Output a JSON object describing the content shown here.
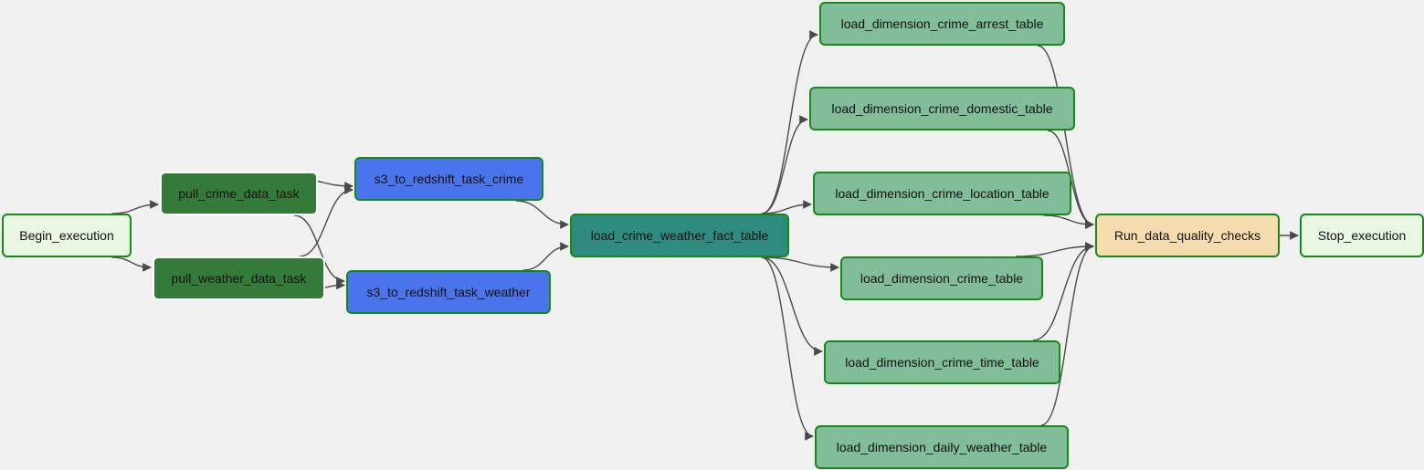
{
  "colors": {
    "background": "#f0f0f0",
    "border_success": "#168a16",
    "edge": "#4a4a4a",
    "dummy_operator": "#e8f6e2",
    "python_operator": "#347b3a",
    "stage_operator": "#4a74ec",
    "fact_operator": "#2f8a80",
    "dimension_operator": "#80bd98",
    "quality_operator": "#f4dcae"
  },
  "nodes": [
    {
      "id": "begin_execution",
      "label": "Begin_execution"
    },
    {
      "id": "pull_crime_data_task",
      "label": "pull_crime_data_task"
    },
    {
      "id": "pull_weather_data_task",
      "label": "pull_weather_data_task"
    },
    {
      "id": "s3_to_redshift_task_crime",
      "label": "s3_to_redshift_task_crime"
    },
    {
      "id": "s3_to_redshift_task_weather",
      "label": "s3_to_redshift_task_weather"
    },
    {
      "id": "load_crime_weather_fact_table",
      "label": "load_crime_weather_fact_table"
    },
    {
      "id": "load_dimension_crime_arrest_table",
      "label": "load_dimension_crime_arrest_table"
    },
    {
      "id": "load_dimension_crime_domestic_table",
      "label": "load_dimension_crime_domestic_table"
    },
    {
      "id": "load_dimension_crime_location_table",
      "label": "load_dimension_crime_location_table"
    },
    {
      "id": "load_dimension_crime_table",
      "label": "load_dimension_crime_table"
    },
    {
      "id": "load_dimension_crime_time_table",
      "label": "load_dimension_crime_time_table"
    },
    {
      "id": "load_dimension_daily_weather_table",
      "label": "load_dimension_daily_weather_table"
    },
    {
      "id": "run_data_quality_checks",
      "label": "Run_data_quality_checks"
    },
    {
      "id": "stop_execution",
      "label": "Stop_execution"
    }
  ],
  "edges": [
    {
      "from": "begin_execution",
      "to": "pull_crime_data_task"
    },
    {
      "from": "begin_execution",
      "to": "pull_weather_data_task"
    },
    {
      "from": "pull_crime_data_task",
      "to": "s3_to_redshift_task_crime"
    },
    {
      "from": "pull_crime_data_task",
      "to": "s3_to_redshift_task_weather"
    },
    {
      "from": "pull_weather_data_task",
      "to": "s3_to_redshift_task_crime"
    },
    {
      "from": "pull_weather_data_task",
      "to": "s3_to_redshift_task_weather"
    },
    {
      "from": "s3_to_redshift_task_crime",
      "to": "load_crime_weather_fact_table"
    },
    {
      "from": "s3_to_redshift_task_weather",
      "to": "load_crime_weather_fact_table"
    },
    {
      "from": "load_crime_weather_fact_table",
      "to": "load_dimension_crime_arrest_table"
    },
    {
      "from": "load_crime_weather_fact_table",
      "to": "load_dimension_crime_domestic_table"
    },
    {
      "from": "load_crime_weather_fact_table",
      "to": "load_dimension_crime_location_table"
    },
    {
      "from": "load_crime_weather_fact_table",
      "to": "load_dimension_crime_table"
    },
    {
      "from": "load_crime_weather_fact_table",
      "to": "load_dimension_crime_time_table"
    },
    {
      "from": "load_crime_weather_fact_table",
      "to": "load_dimension_daily_weather_table"
    },
    {
      "from": "load_dimension_crime_arrest_table",
      "to": "run_data_quality_checks"
    },
    {
      "from": "load_dimension_crime_domestic_table",
      "to": "run_data_quality_checks"
    },
    {
      "from": "load_dimension_crime_location_table",
      "to": "run_data_quality_checks"
    },
    {
      "from": "load_dimension_crime_table",
      "to": "run_data_quality_checks"
    },
    {
      "from": "load_dimension_crime_time_table",
      "to": "run_data_quality_checks"
    },
    {
      "from": "load_dimension_daily_weather_table",
      "to": "run_data_quality_checks"
    },
    {
      "from": "run_data_quality_checks",
      "to": "stop_execution"
    }
  ]
}
